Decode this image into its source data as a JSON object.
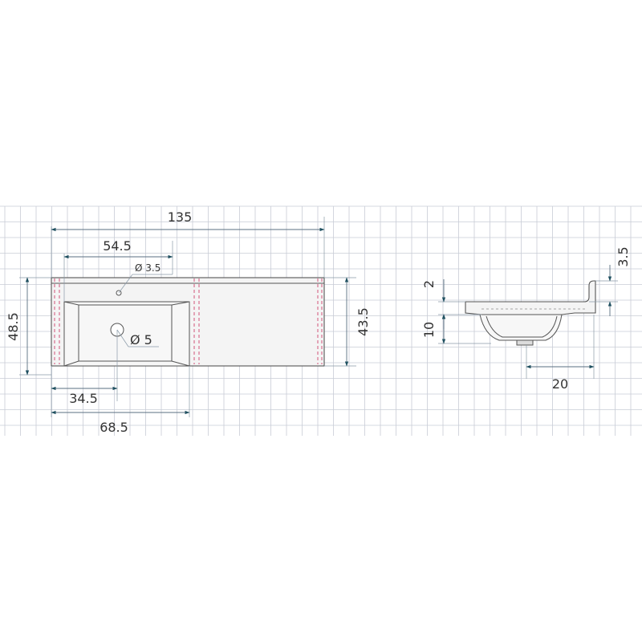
{
  "dimensions": {
    "total_width": "135",
    "tap_offset": "54.5",
    "tap_hole": "Ø 3.5",
    "total_depth": "48.5",
    "inner_depth": "43.5",
    "drain_offset": "34.5",
    "bowl_width": "68.5",
    "drain_hole": "Ø 5",
    "rim_thickness": "2",
    "bowl_height": "10",
    "backsplash_height": "3.5",
    "drain_distance": "20"
  },
  "colors": {
    "grid": "#c8ccd6",
    "dimension_line": "#5a6f80",
    "arrow": "#1f5060",
    "outline": "#555555",
    "hidden_line": "#d2557a"
  }
}
